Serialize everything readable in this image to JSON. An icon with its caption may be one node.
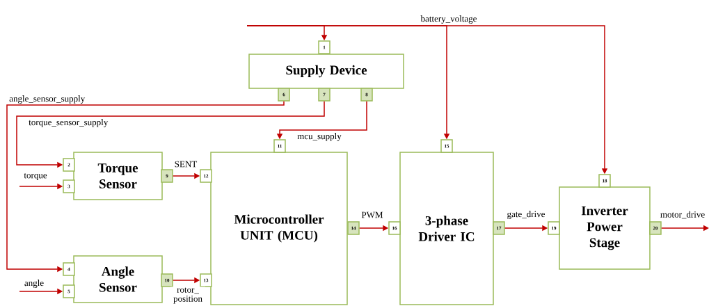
{
  "diagram": {
    "nodes": [
      {
        "text": [
          "Supply Device"
        ]
      },
      {
        "text": [
          "1"
        ]
      },
      {
        "text": [
          "6"
        ]
      },
      {
        "text": [
          "7"
        ]
      },
      {
        "text": [
          "8"
        ]
      },
      {
        "text": [
          "Torque Sensor"
        ]
      },
      {
        "text": [
          "2"
        ]
      },
      {
        "text": [
          "3"
        ]
      },
      {
        "text": [
          "9"
        ]
      },
      {
        "text": [
          "Angle Sensor"
        ]
      },
      {
        "text": [
          "4"
        ]
      },
      {
        "text": [
          "5"
        ]
      },
      {
        "text": [
          "10"
        ]
      },
      {
        "text": [
          "Microcontroller UNIT (MCU)"
        ]
      },
      {
        "text": [
          "11"
        ]
      },
      {
        "text": [
          "12"
        ]
      },
      {
        "text": [
          "13"
        ]
      },
      {
        "text": [
          "14"
        ]
      },
      {
        "text": [
          "3-phase Driver IC"
        ]
      },
      {
        "text": [
          "15"
        ]
      },
      {
        "text": [
          "16"
        ]
      },
      {
        "text": [
          "17"
        ]
      },
      {
        "text": [
          "Inverter Power Stage"
        ]
      },
      {
        "text": [
          "18"
        ]
      },
      {
        "text": [
          "19"
        ]
      },
      {
        "text": [
          "20"
        ]
      }
    ],
    "edges": [
      {
        "from": null,
        "to": 1,
        "arrow": "to"
      },
      {
        "from": null,
        "to": 19,
        "arrow": "to",
        "label": "battery_voltage"
      },
      {
        "from": null,
        "to": 23,
        "arrow": "to"
      },
      {
        "from": 2,
        "to": 10,
        "arrow": "to",
        "label": "angle_sensor_supply"
      },
      {
        "from": 3,
        "to": 6,
        "arrow": "to",
        "label": "torque_sensor_supply"
      },
      {
        "from": 4,
        "to": 14,
        "arrow": "to",
        "label": "mcu_supply"
      },
      {
        "from": null,
        "to": 7,
        "arrow": "to",
        "label": "torque"
      },
      {
        "from": null,
        "to": 11,
        "arrow": "to",
        "label": "angle"
      },
      {
        "from": 8,
        "to": 15,
        "arrow": "to",
        "label": "SENT"
      },
      {
        "from": 12,
        "to": 16,
        "arrow": "to",
        "label": "rotor_ position"
      },
      {
        "from": 17,
        "to": 20,
        "arrow": "to",
        "label": "PWM"
      },
      {
        "from": 21,
        "to": 24,
        "arrow": "to",
        "label": "gate_drive"
      },
      {
        "from": 25,
        "to": null,
        "arrow": "to",
        "label": "motor_drive"
      }
    ]
  }
}
